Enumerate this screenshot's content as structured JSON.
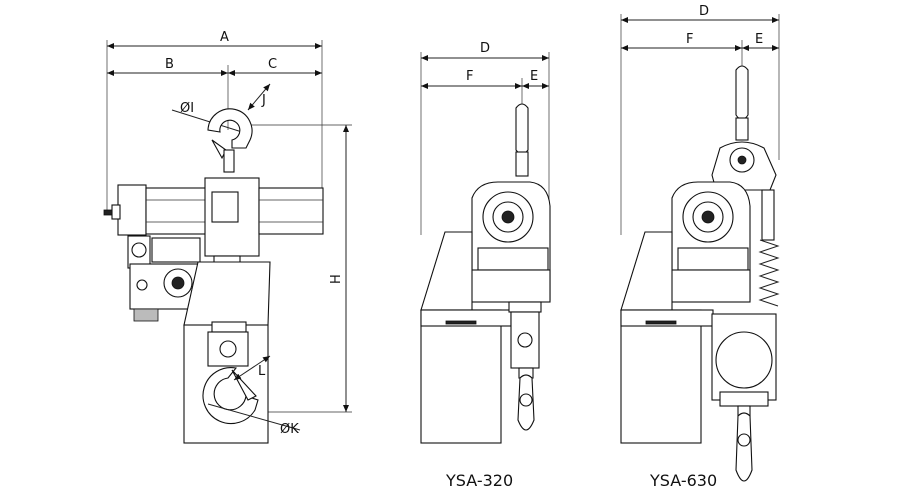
{
  "dimension_labels": {
    "A": "A",
    "B": "B",
    "C": "C",
    "H": "H",
    "J": "J",
    "L": "L",
    "I": "ØI",
    "K": "ØK",
    "D1": "D",
    "F1": "F",
    "E1": "E",
    "D2": "D",
    "F2": "F",
    "E2": "E"
  },
  "captions": {
    "model_320": "YSA-320",
    "model_630": "YSA-630"
  }
}
